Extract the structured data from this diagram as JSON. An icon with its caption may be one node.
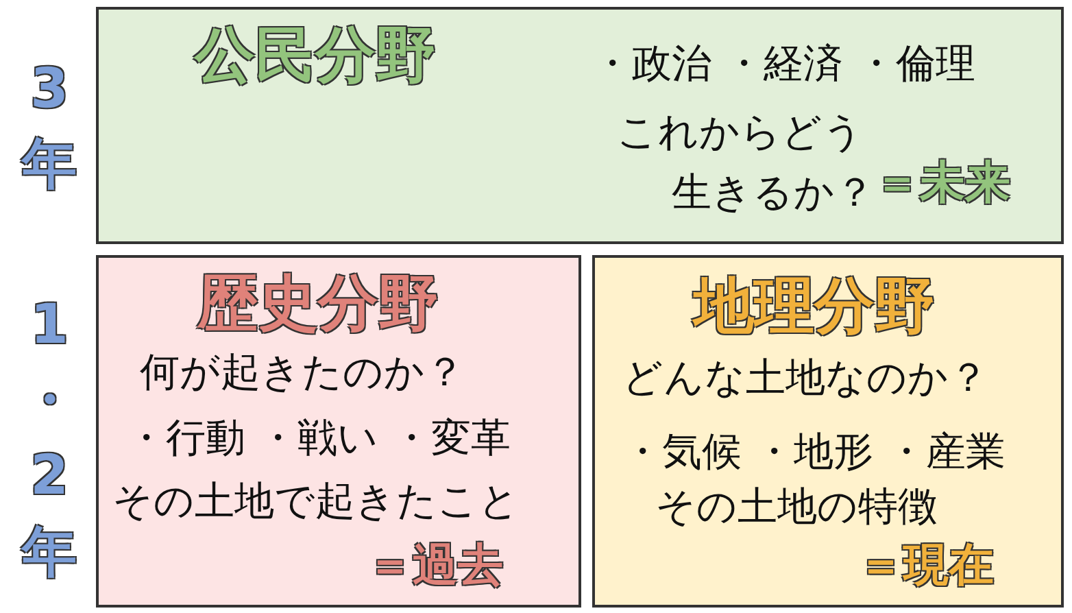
{
  "diagram": {
    "nodes": [
      {
        "text": [
          "公民分野",
          "・政治 ・経済 ・倫理",
          "これからどう生きるか？",
          "＝未来"
        ]
      },
      {
        "text": [
          "歴史分野",
          "何が起きたのか？",
          "・行動 ・戦い ・変革",
          "その土地で起きたこと",
          "＝過去"
        ]
      },
      {
        "text": [
          "地理分野",
          "どんな土地なのか？",
          "・気候 ・地形 ・産業",
          "その土地の特徴",
          "＝現在"
        ]
      }
    ],
    "labels": [
      "3年",
      "1・2年"
    ]
  }
}
